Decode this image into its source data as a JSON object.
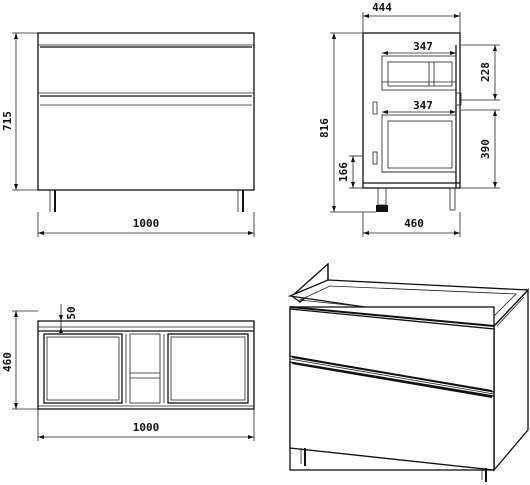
{
  "dimensions": {
    "front_height": "715",
    "front_width": "1000",
    "side_top_width": "444",
    "side_inner_top": "347",
    "side_inner_bottom": "347",
    "side_right_upper": "228",
    "side_right_lower": "390",
    "side_total_height": "816",
    "side_leg_height": "166",
    "side_bottom_depth": "460",
    "plan_offset": "50",
    "plan_depth": "460",
    "plan_width": "1000"
  }
}
